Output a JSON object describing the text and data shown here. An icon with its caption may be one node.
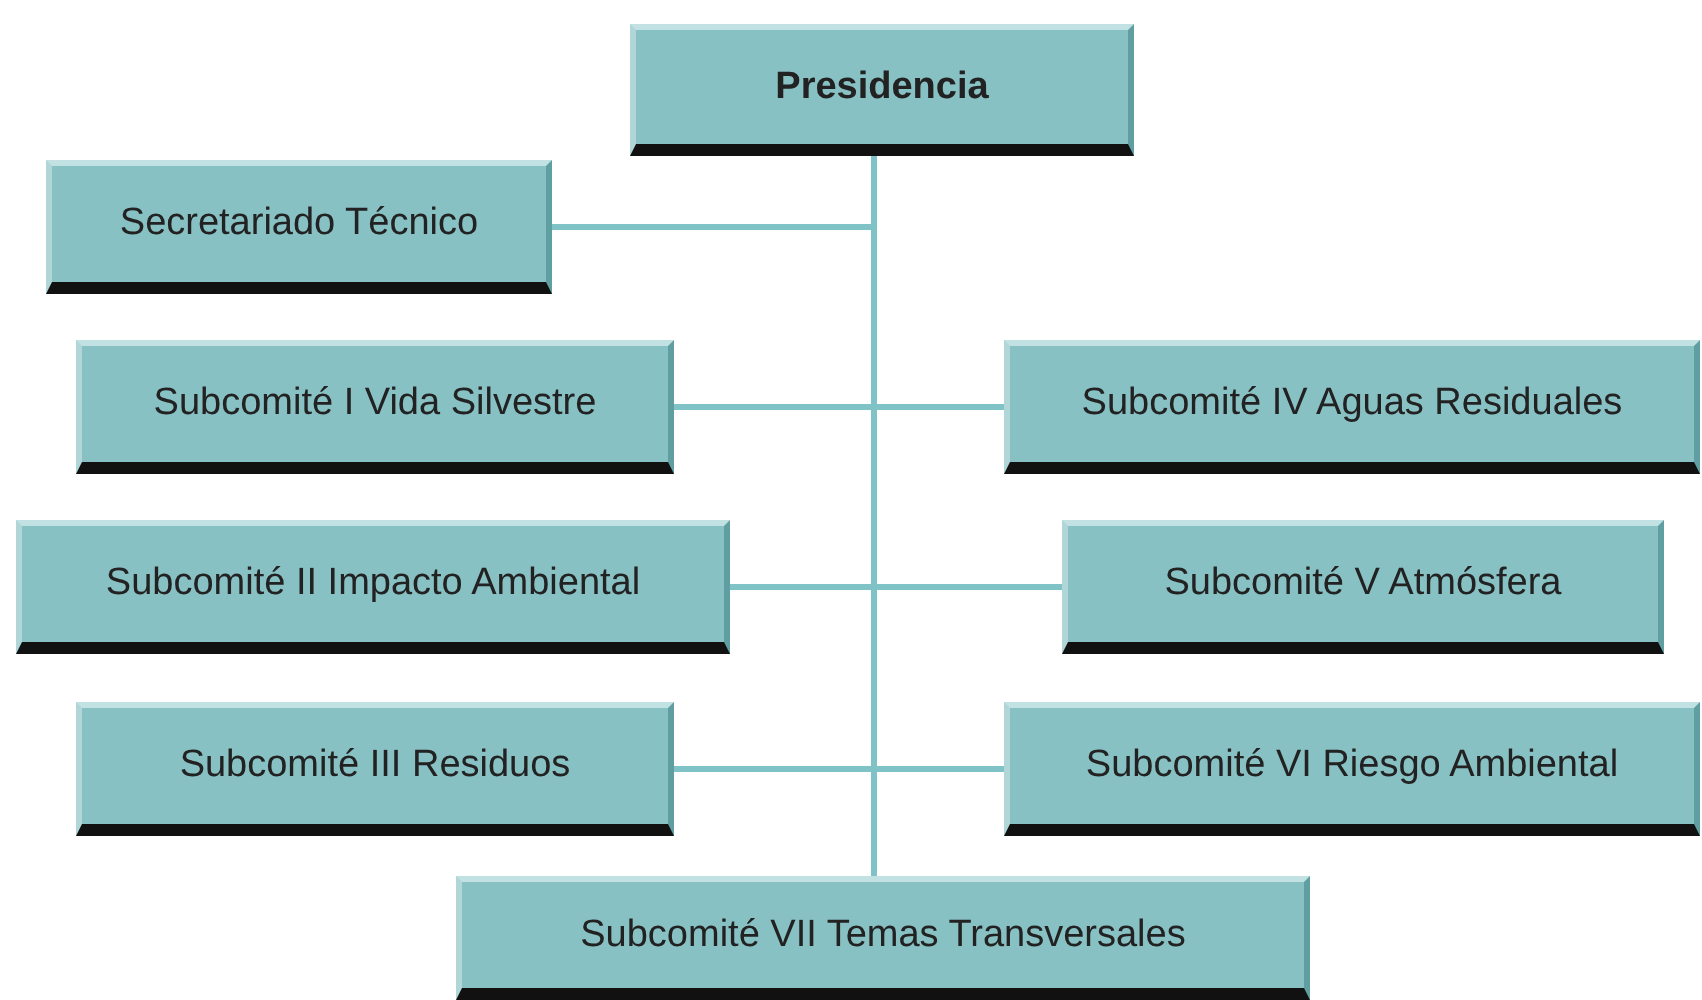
{
  "diagram": {
    "nodes": [
      {
        "text": [
          "Presidencia"
        ]
      },
      {
        "text": [
          "Secretariado Técnico"
        ]
      },
      {
        "text": [
          "Subcomité I Vida Silvestre"
        ]
      },
      {
        "text": [
          "Subcomité IV Aguas Residuales"
        ]
      },
      {
        "text": [
          "Subcomité II Impacto Ambiental"
        ]
      },
      {
        "text": [
          "Subcomité V Atmósfera"
        ]
      },
      {
        "text": [
          "Subcomité III Residuos"
        ]
      },
      {
        "text": [
          "Subcomité VI Riesgo Ambiental"
        ]
      },
      {
        "text": [
          "Subcomité VII Temas Transversales"
        ]
      }
    ],
    "edges": [
      {
        "from": 0,
        "to": 1,
        "arrow": "none"
      },
      {
        "from": 0,
        "to": 2,
        "arrow": "none"
      },
      {
        "from": 0,
        "to": 3,
        "arrow": "none"
      },
      {
        "from": 0,
        "to": 4,
        "arrow": "none"
      },
      {
        "from": 0,
        "to": 5,
        "arrow": "none"
      },
      {
        "from": 0,
        "to": 6,
        "arrow": "none"
      },
      {
        "from": 0,
        "to": 7,
        "arrow": "none"
      },
      {
        "from": 0,
        "to": 8,
        "arrow": "none"
      }
    ]
  }
}
